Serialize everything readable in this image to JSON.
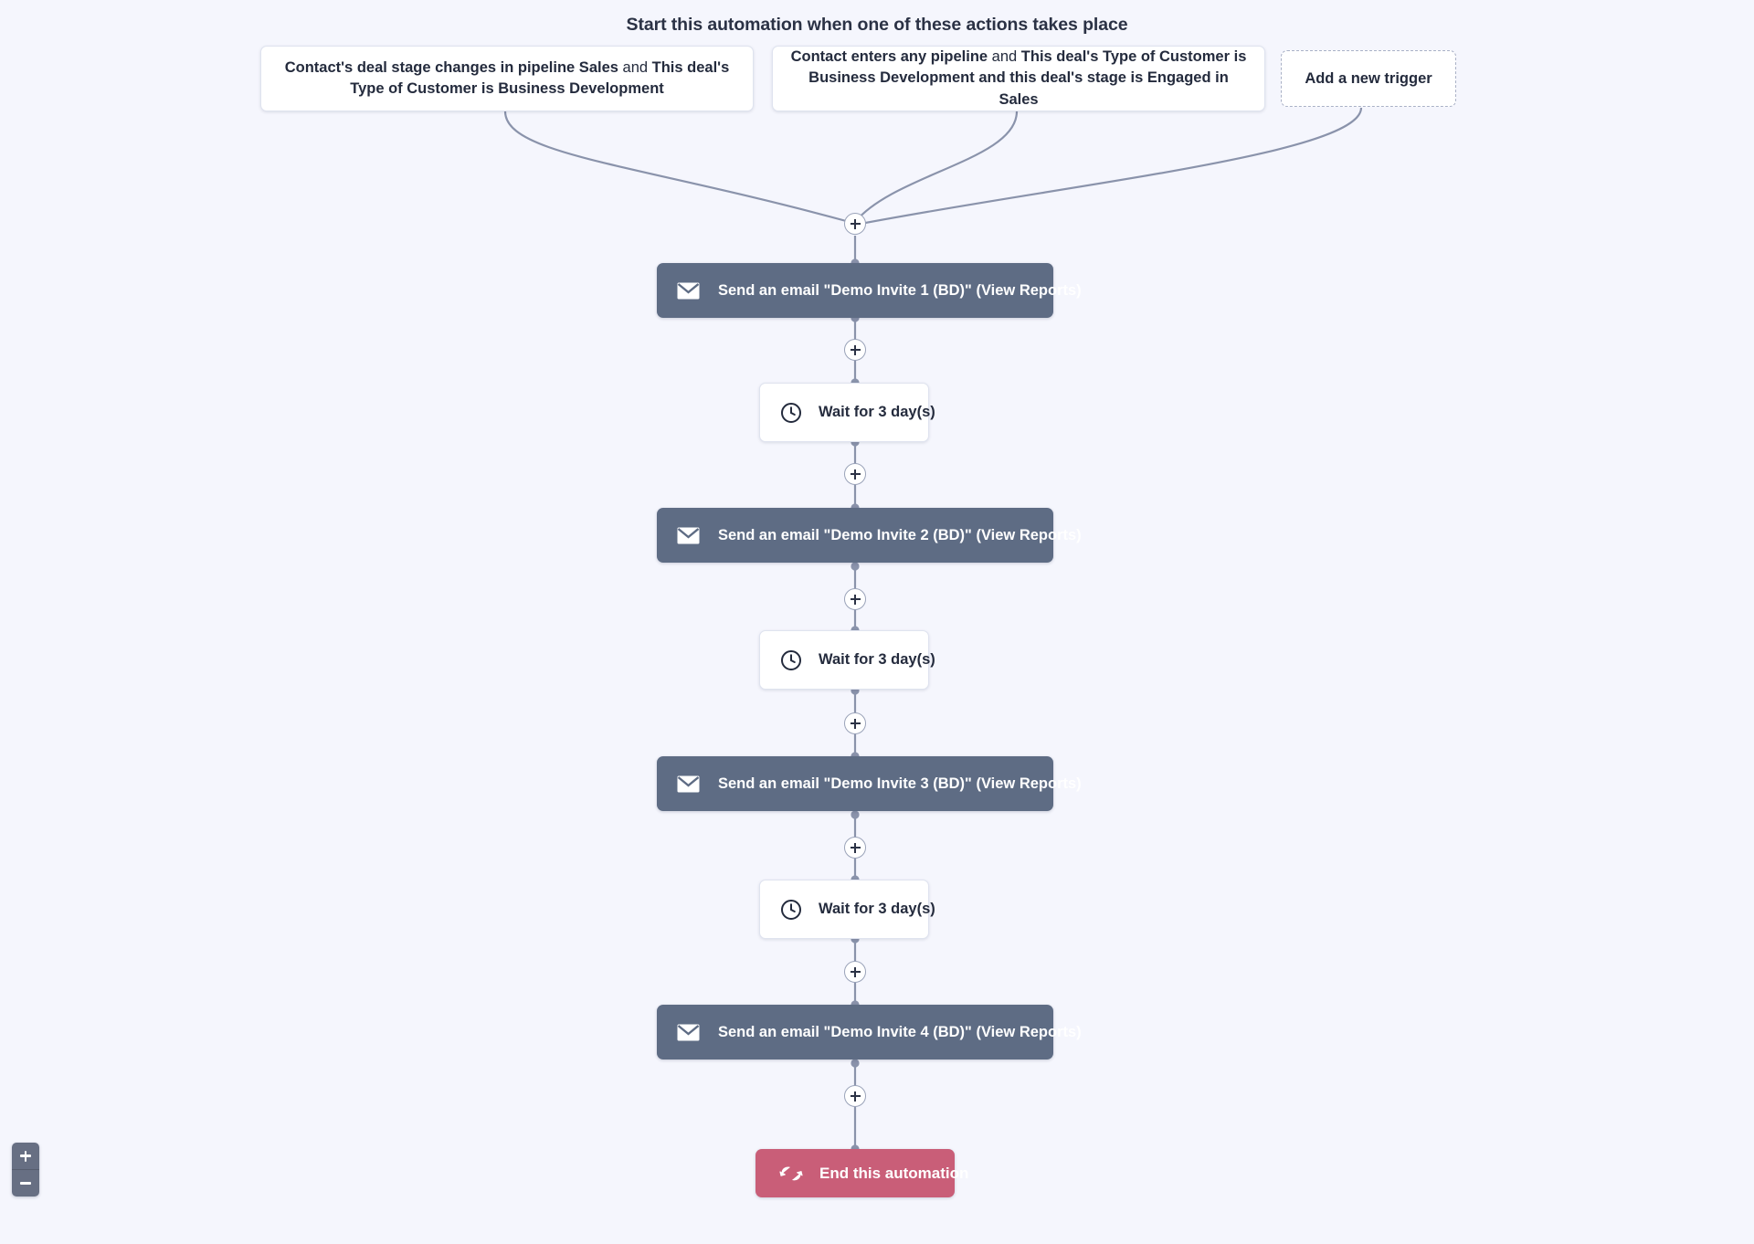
{
  "board": {
    "title": "Start this automation when one of these actions takes place",
    "background_color": "#f5f6fd"
  },
  "triggers": {
    "items": [
      {
        "name": "trigger-deal-stage-changes",
        "bold_lead": "Contact's deal stage changes in pipeline Sales",
        "connector": " and ",
        "bold_tail": "This deal's Type of Customer is Business Development"
      },
      {
        "name": "trigger-contact-enters-pipeline",
        "bold_lead": "Contact enters any pipeline",
        "connector": " and ",
        "bold_tail": "This deal's Type of Customer is Business Development and this deal's stage is Engaged in Sales"
      }
    ],
    "add_label": "Add a new trigger"
  },
  "steps": [
    {
      "type": "email",
      "icon": "envelope-icon",
      "label": "Send an email \"Demo Invite 1 (BD)\" (View Reports)"
    },
    {
      "type": "wait",
      "icon": "clock-icon",
      "label": "Wait for 3 day(s)"
    },
    {
      "type": "email",
      "icon": "envelope-icon",
      "label": "Send an email \"Demo Invite 2 (BD)\" (View Reports)"
    },
    {
      "type": "wait",
      "icon": "clock-icon",
      "label": "Wait for 3 day(s)"
    },
    {
      "type": "email",
      "icon": "envelope-icon",
      "label": "Send an email \"Demo Invite 3 (BD)\" (View Reports)"
    },
    {
      "type": "wait",
      "icon": "clock-icon",
      "label": "Wait for 3 day(s)"
    },
    {
      "type": "email",
      "icon": "envelope-icon",
      "label": "Send an email \"Demo Invite 4 (BD)\" (View Reports)"
    },
    {
      "type": "end",
      "icon": "end-automation-icon",
      "label": "End this automation"
    }
  ],
  "add_step_button_label": "+",
  "zoom_controls": {
    "zoom_in_label": "+",
    "zoom_out_label": "−"
  },
  "colors": {
    "email_block": "#5e6c84",
    "end_block": "#c95e78",
    "wire": "#8a93ab",
    "card_border": "#dfe3ef",
    "text_dark": "#242b3d"
  }
}
